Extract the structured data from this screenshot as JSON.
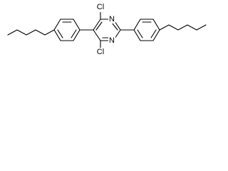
{
  "molecule": {
    "atoms": {
      "cl_top": "Cl",
      "cl_bottom": "Cl",
      "n_ring_top": "N",
      "n_ring_bottom": "N"
    }
  },
  "colors": {
    "bond": "#000000",
    "label": "#000000",
    "background": "#ffffff"
  }
}
